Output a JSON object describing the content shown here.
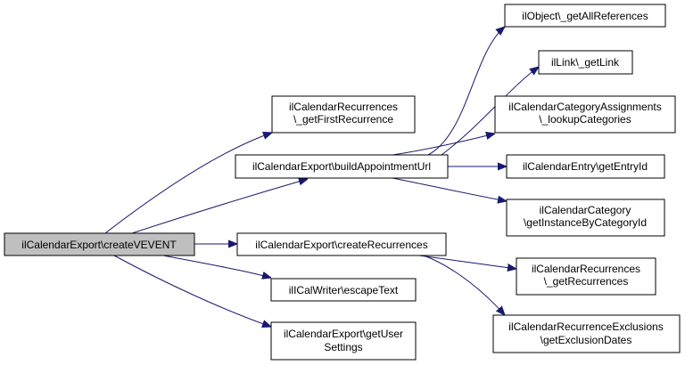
{
  "colors": {
    "edge": "#191970",
    "root_fill": "#bfbfbf",
    "node_fill": "#ffffff",
    "node_border": "#000000"
  },
  "nodes": {
    "createVEVENT": [
      "ilCalendarExport\\createVEVENT"
    ],
    "getFirstRecurrence": [
      "ilCalendarRecurrences",
      "\\_getFirstRecurrence"
    ],
    "buildAppointmentUrl": [
      "ilCalendarExport\\buildAppointmentUrl"
    ],
    "createRecurrences": [
      "ilCalendarExport\\createRecurrences"
    ],
    "escapeText": [
      "ilICalWriter\\escapeText"
    ],
    "getUserSettings": [
      "ilCalendarExport\\getUser",
      "Settings"
    ],
    "getAllReferences": [
      "ilObject\\_getAllReferences"
    ],
    "getLink": [
      "ilLink\\_getLink"
    ],
    "lookupCategories": [
      "ilCalendarCategoryAssignments",
      "\\_lookupCategories"
    ],
    "getEntryId": [
      "ilCalendarEntry\\getEntryId"
    ],
    "getInstanceByCategoryId": [
      "ilCalendarCategory",
      "\\getInstanceByCategoryId"
    ],
    "getRecurrences": [
      "ilCalendarRecurrences",
      "\\_getRecurrences"
    ],
    "getExclusionDates": [
      "ilCalendarRecurrenceExclusions",
      "\\getExclusionDates"
    ]
  }
}
